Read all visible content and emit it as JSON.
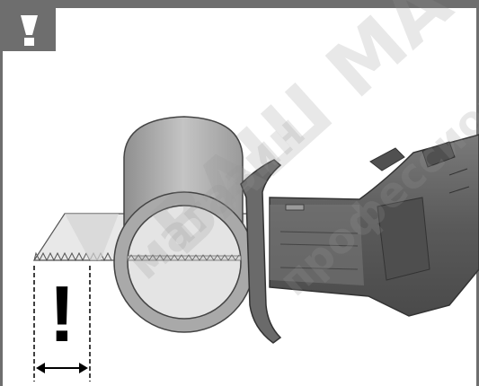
{
  "illustration": {
    "warning_symbol": "exclamation-icon",
    "measure_symbol": "!",
    "colors": {
      "frame": "#6e6e6e",
      "tube": "#a6a6a6",
      "tool_body": "#5e5e5e",
      "blade": "#e6e6e6"
    }
  },
  "watermarks": {
    "text_1": "магазин",
    "text_2": "ВАШ МАСТЕР",
    "text_3": "профессионал"
  }
}
